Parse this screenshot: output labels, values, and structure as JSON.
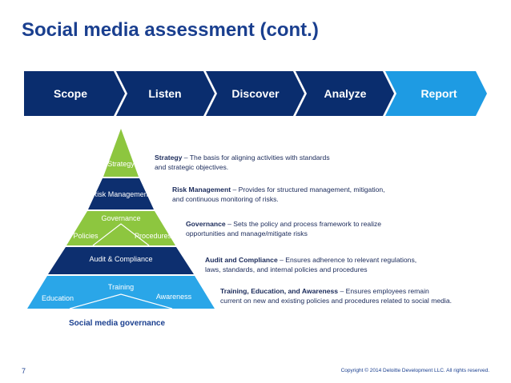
{
  "title": "Social media assessment (cont.)",
  "process_steps": [
    "Scope",
    "Listen",
    "Discover",
    "Analyze",
    "Report"
  ],
  "colors": {
    "title": "#1a3f8f",
    "chevron_dark": "#0a2d6e",
    "chevron_active": "#1e9be3",
    "green": "#8dc63f",
    "navy": "#0d2f6f",
    "light_blue": "#2aa6e8"
  },
  "pyramid": {
    "strategy": "Strategy",
    "risk": "Risk Management",
    "governance": "Governance",
    "policies": "Policies",
    "procedures": "Procedures",
    "audit": "Audit & Compliance",
    "training": "Training",
    "education": "Education",
    "awareness": "Awareness"
  },
  "descriptions": [
    {
      "term": "Strategy",
      "line1": " – The basis for aligning activities with standards",
      "line2": "and strategic objectives."
    },
    {
      "term": "Risk Management",
      "line1": " – Provides for structured management, mitigation,",
      "line2": "and continuous monitoring of risks."
    },
    {
      "term": "Governance",
      "line1": " – Sets the policy and process framework to realize",
      "line2": "opportunities and manage/mitigate risks"
    },
    {
      "term": "Audit and Compliance",
      "line1": " – Ensures adherence to relevant regulations,",
      "line2": "laws, standards, and internal policies and procedures"
    },
    {
      "term": "Training, Education, and Awareness",
      "line1": " – Ensures employees remain",
      "line2": "current on new and existing policies and procedures related to social media."
    }
  ],
  "caption": "Social media governance",
  "page_number": "7",
  "copyright": "Copyright © 2014 Deloitte Development LLC. All rights reserved."
}
